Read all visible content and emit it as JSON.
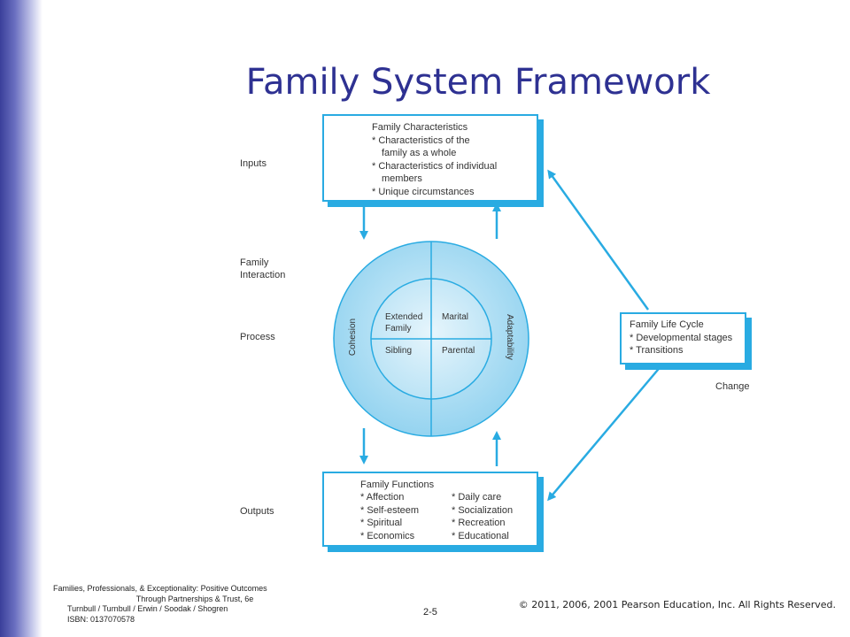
{
  "title": "Family System Framework",
  "row_labels": {
    "inputs": "Inputs",
    "family_interaction_line1": "Family",
    "family_interaction_line2": "Interaction",
    "process": "Process",
    "outputs": "Outputs",
    "change": "Change"
  },
  "characteristics_box": {
    "heading": "Family Characteristics",
    "lines": [
      "* Characteristics of the",
      "family as a whole",
      "* Characteristics of individual",
      "members",
      "* Unique circumstances"
    ]
  },
  "life_cycle_box": {
    "heading": "Family Life Cycle",
    "lines": [
      "* Developmental stages",
      "* Transitions"
    ]
  },
  "functions_box": {
    "heading": "Family Functions",
    "left": [
      "* Affection",
      "* Self-esteem",
      "* Spiritual",
      "* Economics"
    ],
    "right": [
      "* Daily care",
      "* Socialization",
      "* Recreation",
      "* Educational"
    ]
  },
  "circle": {
    "outer_left": "Cohesion",
    "outer_right": "Adaptability",
    "extended_line1": "Extended",
    "extended_line2": "Family",
    "marital": "Marital",
    "sibling": "Sibling",
    "parental": "Parental"
  },
  "footer": {
    "line1": "Families, Professionals, & Exceptionality: Positive Outcomes",
    "line2": "Through Partnerships & Trust, 6e",
    "line3": "Turnbull / Turnbull / Erwin / Soodak / Shogren",
    "line4": "ISBN: 0137070578",
    "page": "2-5",
    "copyright1": "© 2011, 2006, 2001 Pearson Education, Inc.",
    "copyright2": "All Rights Reserved."
  },
  "colors": {
    "accent": "#29abe2",
    "title": "#2e3192",
    "circle_fill": "#a8dcf2"
  }
}
